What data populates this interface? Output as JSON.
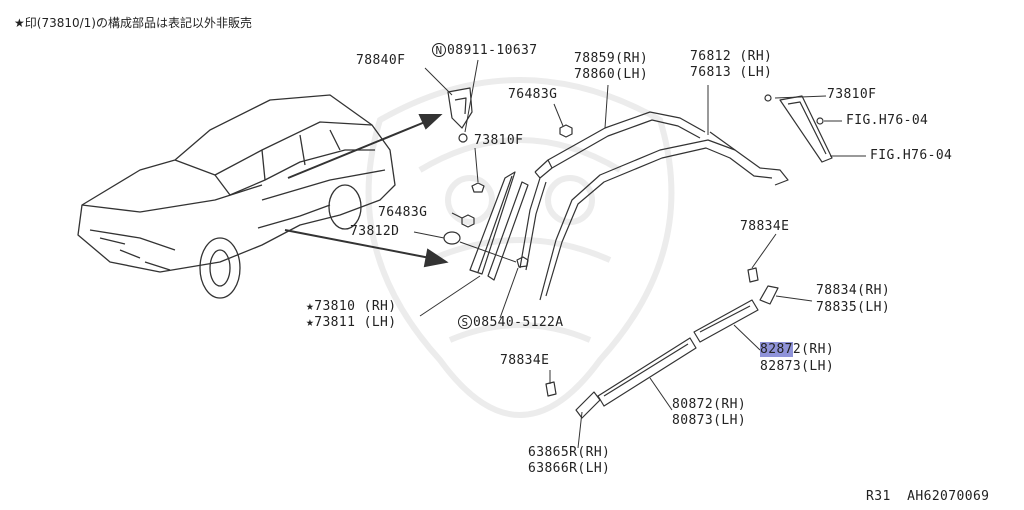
{
  "note": "★印(73810/1)の構成部品は表記以外非販売",
  "footer": "R31  AH62070069",
  "labels": {
    "l_78840F": "78840F",
    "l_08911_badge": "N",
    "l_08911": "08911-10637",
    "l_78859": "78859(RH)",
    "l_78860": "78860(LH)",
    "l_76812": "76812 (RH)",
    "l_76813": "76813 (LH)",
    "l_76483G_top": "76483G",
    "l_73810F_mid": "73810F",
    "l_73810F_right": "73810F",
    "l_fig1": "FIG.H76-04",
    "l_fig2": "FIG.H76-04",
    "l_76483G_mid": "76483G",
    "l_73812D": "73812D",
    "l_78834E_right": "78834E",
    "l_73810": "★73810 (RH)",
    "l_73811": "★73811 (LH)",
    "l_08540_badge": "S",
    "l_08540": "08540-5122A",
    "l_78834": "78834(RH)",
    "l_78835": "78835(LH)",
    "l_82872_hl": "8287",
    "l_82872_rest": "2(RH)",
    "l_82873": "82873(LH)",
    "l_78834E_left": "78834E",
    "l_80872": "80872(RH)",
    "l_80873": "80873(LH)",
    "l_63865": "63865R(RH)",
    "l_63866": "63866R(LH)"
  },
  "colors": {
    "line": "#333333",
    "highlight": "#8f93d9",
    "watermark": "#ececec"
  }
}
